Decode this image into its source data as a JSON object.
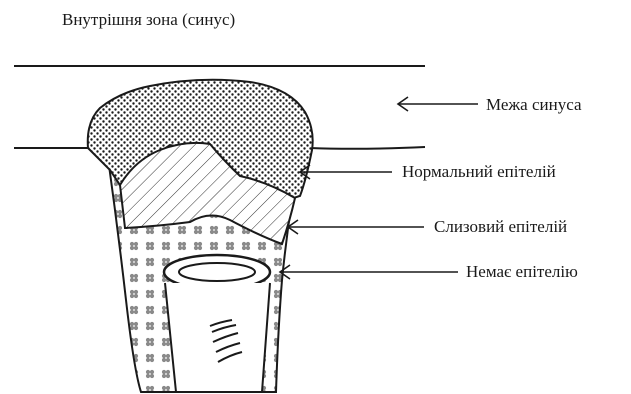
{
  "diagram": {
    "title": "Внутрішня зона (синус)",
    "labels": {
      "sinus_border": "Межа синуса",
      "normal_epithelium": "Нормальний епітелій",
      "mucous_epithelium": "Слизовий епітелій",
      "no_epithelium": "Немає епітелію"
    }
  },
  "colors": {
    "ink": "#1a1a1a",
    "dots": "#8a8a8a",
    "fill_top": "#444444"
  }
}
